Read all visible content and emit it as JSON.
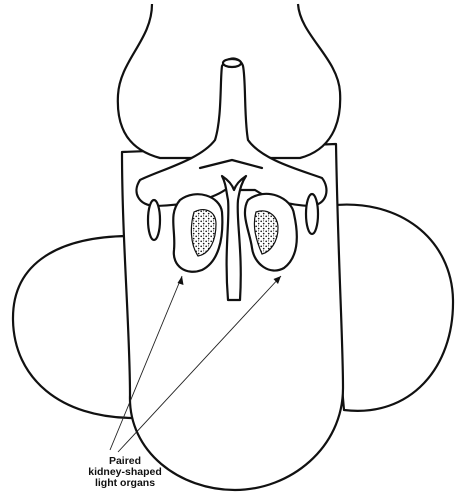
{
  "diagram": {
    "annotation": [
      "Paired",
      "kidney-shaped",
      "light organs"
    ]
  }
}
